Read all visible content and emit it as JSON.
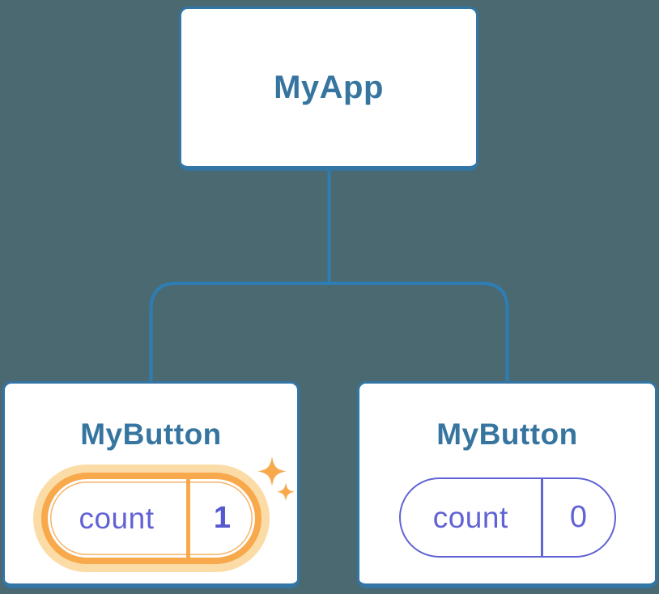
{
  "tree": {
    "root": {
      "label": "MyApp"
    },
    "children": [
      {
        "label": "MyButton",
        "state": {
          "key": "count",
          "value": "1"
        },
        "highlighted": true,
        "decoration": "sparkles-icon"
      },
      {
        "label": "MyButton",
        "state": {
          "key": "count",
          "value": "0"
        },
        "highlighted": false
      }
    ]
  },
  "colors": {
    "background": "#4b6971",
    "connector_line": "#2e7db4",
    "card_border": "#3375a4",
    "card_background": "#ffffff",
    "component_title": "#36759f",
    "state_text": "#6163d4",
    "state_value_highlight": "#5558cf",
    "highlight_orange": "#f7a94c",
    "highlight_halo": "#fcdca6"
  }
}
